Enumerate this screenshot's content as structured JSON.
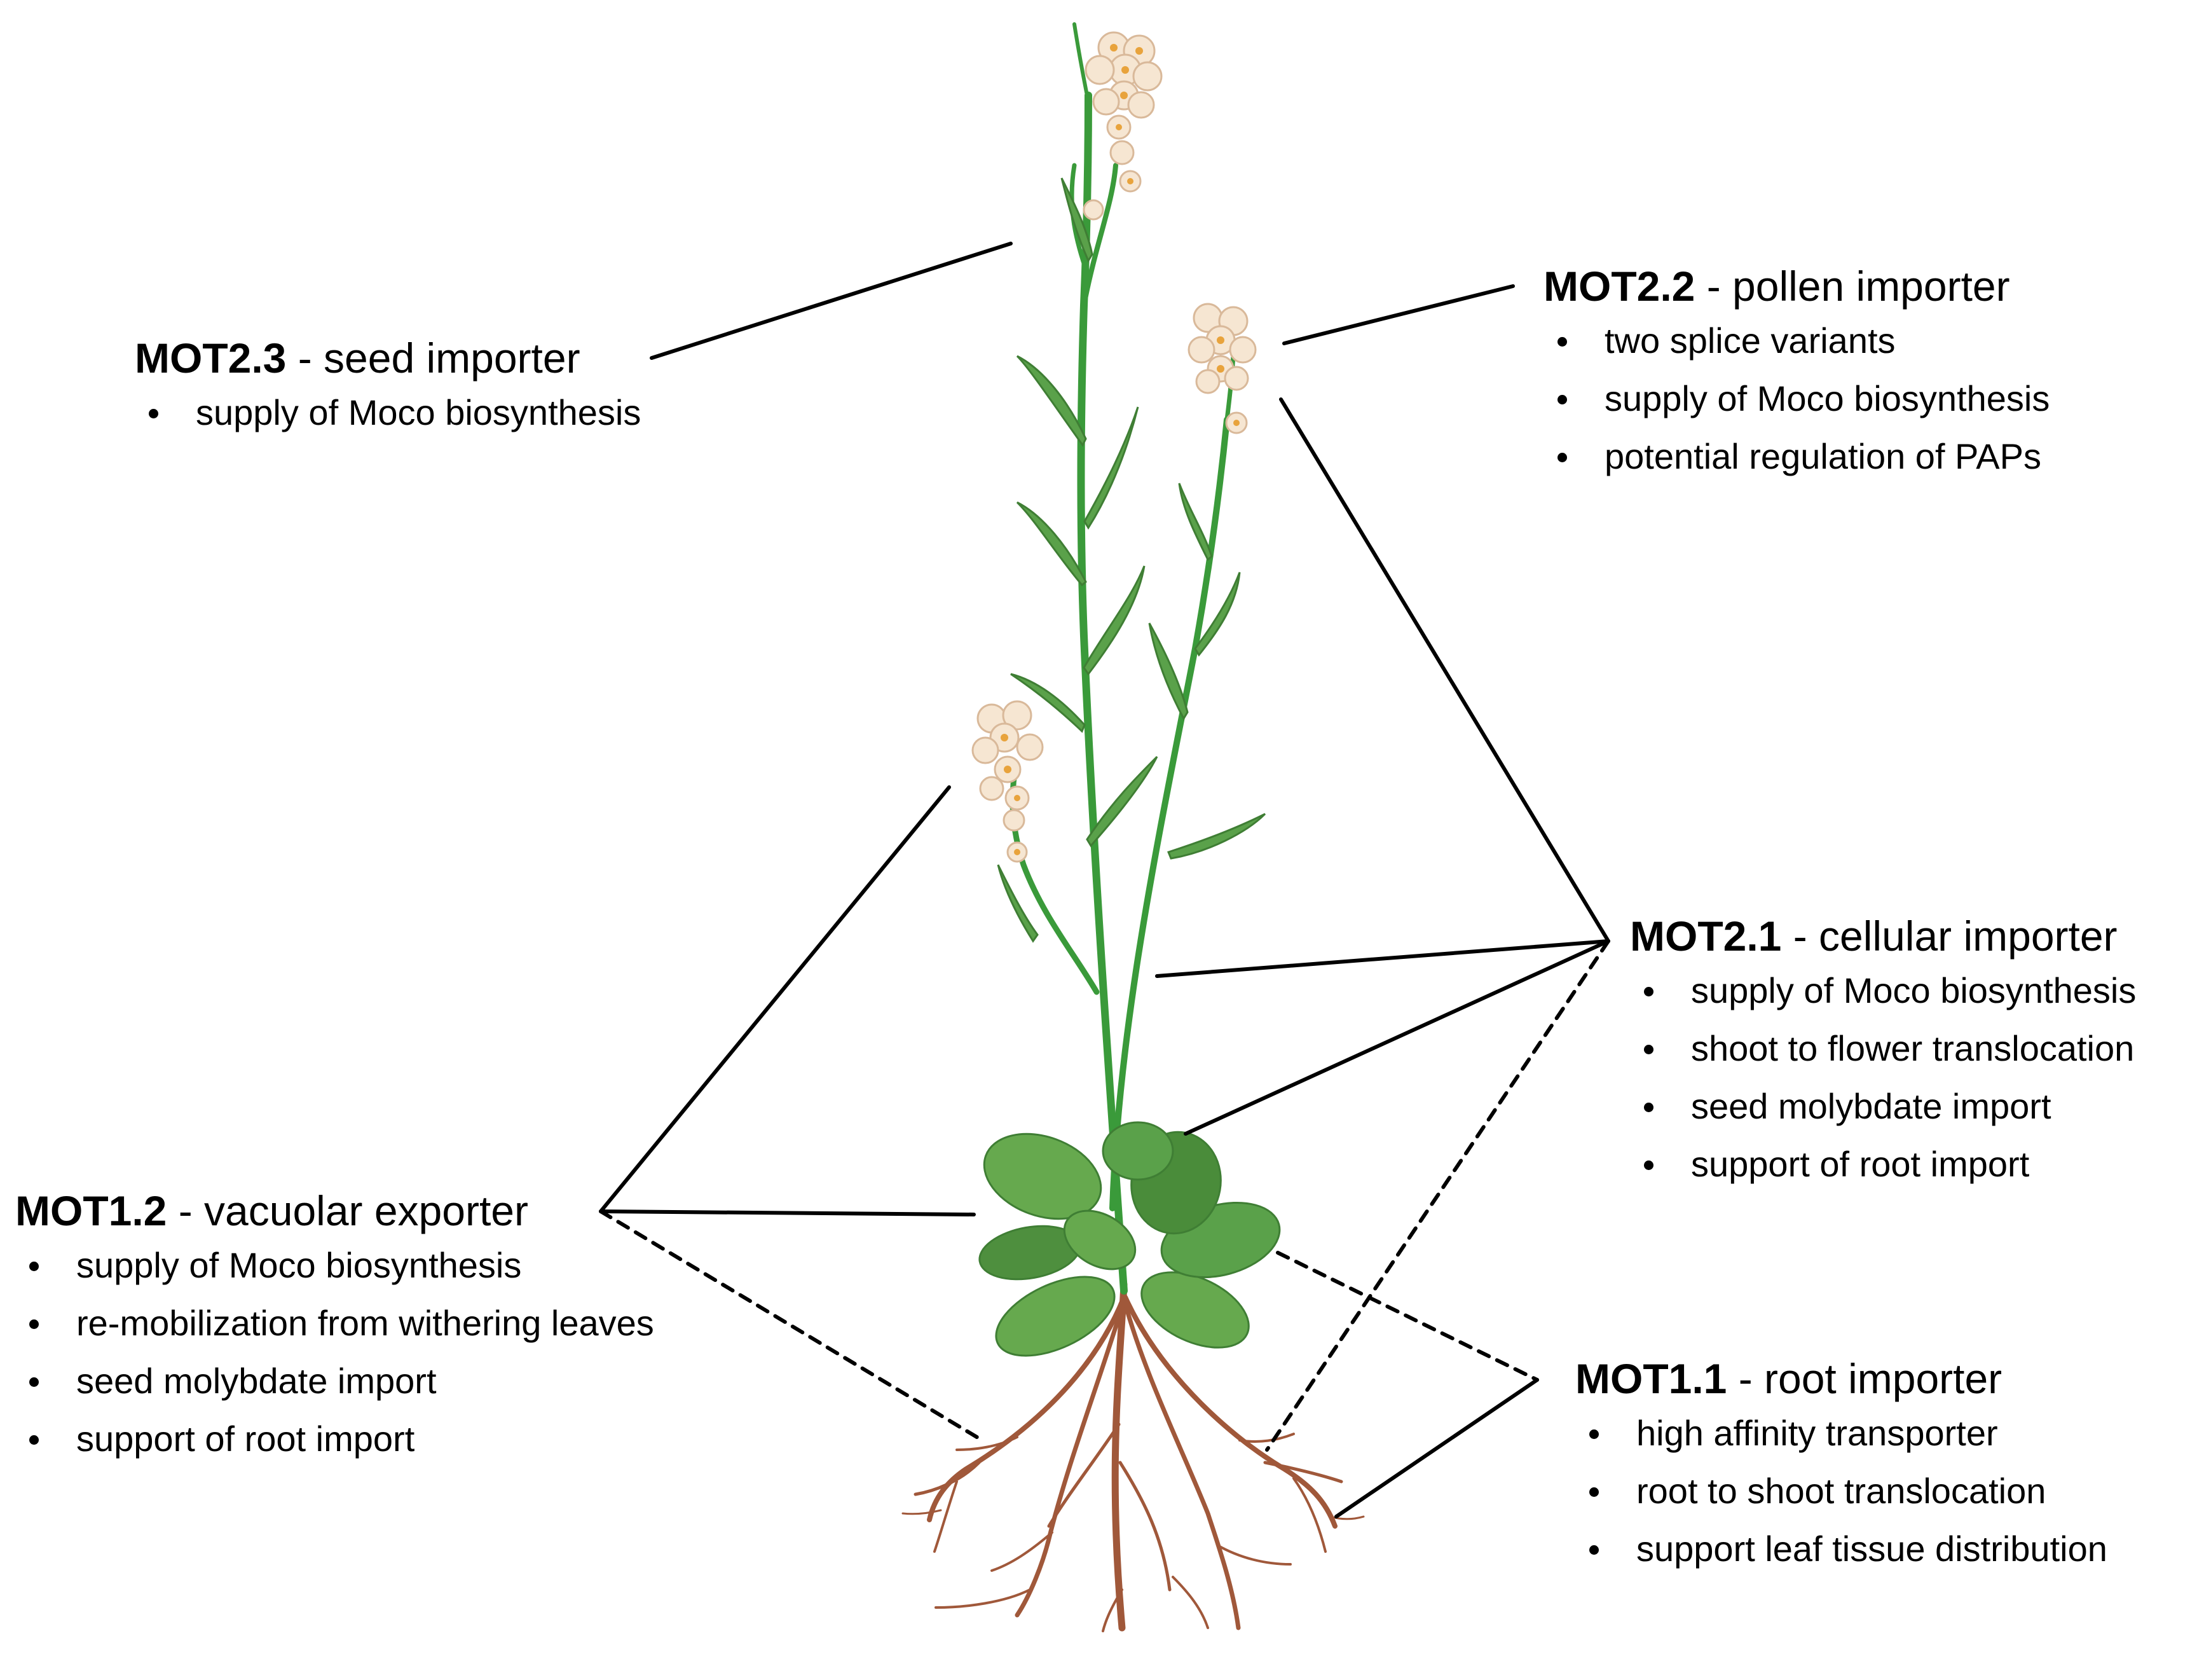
{
  "colors": {
    "stem": "#3a9a3a",
    "stem_dark": "#2e7d32",
    "leaf": "#5aa14a",
    "leaf_dark": "#3f7e34",
    "rosette": "#66a94e",
    "petal": "#f6e6d2",
    "petal_edge": "#d9b99a",
    "flower_center": "#e8a33c",
    "root": "#a0583a",
    "connector": "#000000"
  },
  "icons": {
    "plant": "arabidopsis-plant-illustration"
  },
  "transporters": {
    "mot23": {
      "name": "MOT2.3",
      "role": " - seed importer",
      "bullets": [
        "supply of Moco biosynthesis"
      ]
    },
    "mot22": {
      "name": "MOT2.2",
      "role": " - pollen importer",
      "bullets": [
        "two splice variants",
        "supply of Moco biosynthesis",
        "potential regulation of PAPs"
      ]
    },
    "mot21": {
      "name": "MOT2.1",
      "role": " - cellular importer",
      "bullets": [
        "supply of Moco biosynthesis",
        "shoot to flower translocation",
        "seed molybdate import",
        "support of root import"
      ]
    },
    "mot12": {
      "name": "MOT1.2",
      "role": " - vacuolar exporter",
      "bullets": [
        "supply of Moco biosynthesis",
        "re-mobilization from withering leaves",
        "seed molybdate import",
        "support of root import"
      ]
    },
    "mot11": {
      "name": "MOT1.1",
      "role": " - root importer",
      "bullets": [
        "high affinity transporter",
        "root to shoot translocation",
        "support leaf tissue distribution"
      ]
    }
  }
}
